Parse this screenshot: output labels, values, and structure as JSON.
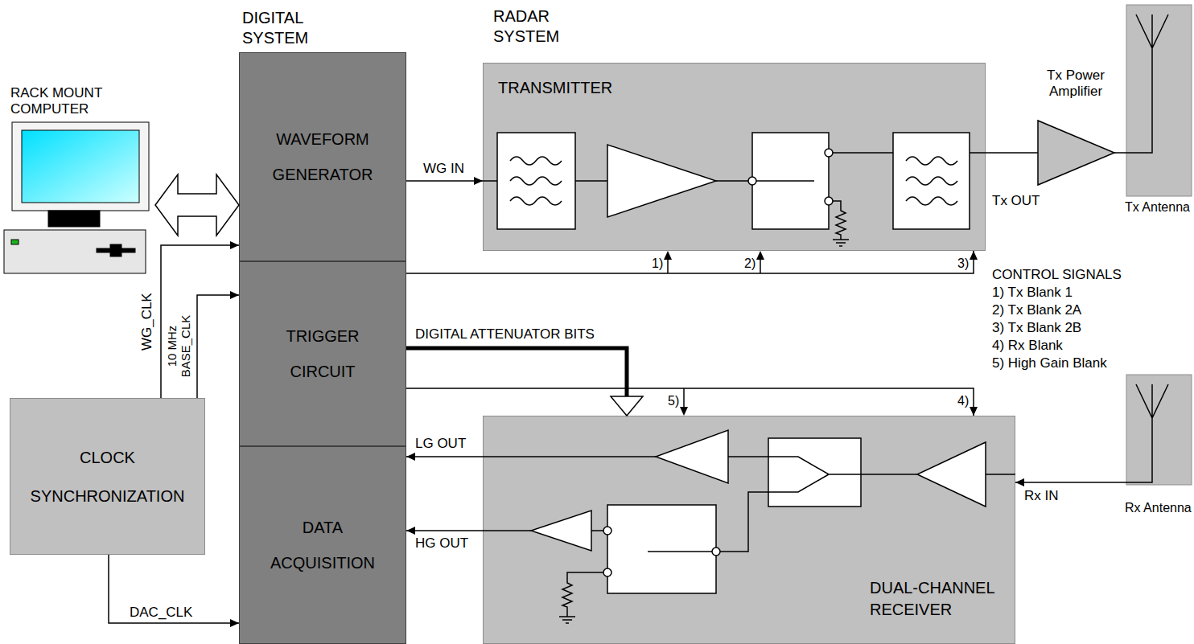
{
  "diagram": {
    "nodes": [
      {
        "text": [
          "RACK MOUNT COMPUTER"
        ]
      },
      {
        "text": [
          "DIGITAL SYSTEM"
        ]
      },
      {
        "text": [
          "WAVEFORM GENERATOR"
        ],
        "in": 1
      },
      {
        "text": [
          "TRIGGER CIRCUIT"
        ],
        "in": 1
      },
      {
        "text": [
          "DATA ACQUISITION"
        ],
        "in": 1
      },
      {
        "text": [
          "TRANSMITTER"
        ]
      },
      {
        "text": [
          "Tx Power Amplifier"
        ]
      },
      {
        "text": [
          "Tx Antenna"
        ]
      },
      {
        "text": [
          "CLOCK SYNCHRONIZATION"
        ]
      },
      {
        "text": [
          "DUAL-CHANNEL RECEIVER"
        ]
      },
      {
        "text": [
          "Rx Antenna"
        ]
      }
    ],
    "edges": [
      {
        "from": 0,
        "to": 2,
        "arrow": "both"
      },
      {
        "from": 2,
        "to": 5,
        "label": "WG IN",
        "arrow": "to"
      },
      {
        "from": 5,
        "to": 6,
        "label": "Tx OUT",
        "arrow": "none"
      },
      {
        "from": 6,
        "to": 7,
        "arrow": "none"
      },
      {
        "from": 8,
        "to": 2,
        "label": "WG_CLK",
        "arrow": "to"
      },
      {
        "from": 8,
        "to": 3,
        "label": "10 MHz BASE_CLK",
        "arrow": "to"
      },
      {
        "from": 8,
        "to": 4,
        "label": "DAC_CLK",
        "arrow": "to"
      },
      {
        "from": 3,
        "to": 5,
        "arrow": "to"
      },
      {
        "from": 3,
        "to": 9,
        "label": "DIGITAL ATTENUATOR BITS",
        "arrow": "to"
      },
      {
        "from": 3,
        "to": 9,
        "arrow": "to"
      },
      {
        "from": 9,
        "to": 4,
        "label": "LG OUT",
        "arrow": "to"
      },
      {
        "from": 9,
        "to": 4,
        "label": "HG OUT",
        "arrow": "to"
      },
      {
        "from": 10,
        "to": 9,
        "label": "Rx IN",
        "arrow": "to"
      }
    ],
    "labels": [
      "RADAR SYSTEM",
      "1)",
      "2)",
      "3)",
      "CONTROL SIGNALS",
      "1) Tx Blank 1",
      "2) Tx Blank 2A",
      "3) Tx Blank 2B",
      "4) Rx Blank",
      "5) High Gain Blank",
      "5)",
      "4)"
    ]
  }
}
